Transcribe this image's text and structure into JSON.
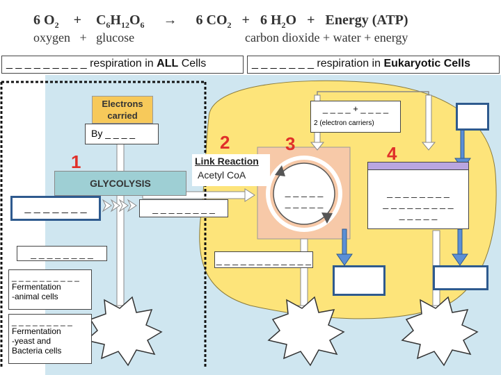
{
  "equation": {
    "formula_left": "6 O",
    "formula_left_sub": "2",
    "plus1": "+",
    "glucose": "C",
    "glucose_sub1": "6",
    "glucose_h": "H",
    "glucose_sub2": "12",
    "glucose_o": "O",
    "glucose_sub3": "6",
    "arrow": "→",
    "co2": "6 CO",
    "co2_sub": "2",
    "plus2": "+",
    "h2o": "6 H",
    "h2o_sub": "2",
    "h2o_o": "O",
    "plus3": "+",
    "energy": "Energy (ATP)",
    "words_left": "oxygen   +   glucose",
    "words_right": "carbon dioxide + water + energy"
  },
  "headers": {
    "all_cells": "_ _ _ _ _ _ _ _ _ respiration in",
    "all_cells_bold": "ALL",
    "all_cells_tail": "Cells",
    "eukaryotic": "_ _ _ _ _ _ _ respiration in",
    "eukaryotic_bold": "Eukaryotic Cells"
  },
  "left_panel": {
    "electrons_carried": "Electrons carried",
    "by_blank": "By _ _ _ _",
    "number_1": "1",
    "glycolysis": "GLYCOLYSIS",
    "glucose_blank": "_ _ _ _ _ _ _",
    "product_blank": "_ _ _ _ _ _ _ _",
    "anaerobic_blank": "_ _ _ _ _ _ _ _",
    "fermentation_animal": "_ _ _ _ _ _  _ _ _ _\nFermentation\n-animal cells",
    "fermentation_yeast": "_ _ _ _ _ _ _ _ _\nFermentation\n-yeast and\nBacteria cells"
  },
  "right_panel": {
    "number_2": "2",
    "link_reaction": "Link Reaction",
    "acetyl_coa": "Acetyl CoA",
    "number_3": "3",
    "number_4": "4",
    "carriers_blank": "_ _ _ _ + _ _ _ _",
    "carriers_caption": "2 (electron carriers)",
    "krebs_blank_1": "_ _ _ _ _",
    "krebs_blank_2": "_ _ _ _ _",
    "etc_blank_1": "_ _ _ _ _ _ _ _",
    "etc_blank_2": "_ _ _ _ _ _ _ _ _",
    "etc_blank_3": "_ _ _ _ _",
    "co2_blank": "_ _ _ _ _ _ _ _ _ _ _ _"
  },
  "colors": {
    "cytoplasm": "#cfe6f0",
    "mitochondrion": "#fde47a",
    "matrix_box": "#f7c9a8",
    "glycolysis_box": "#9ecfd4",
    "electrons_box": "#f7c95a",
    "etc_bar": "#b9a6e0",
    "blue_border": "#2e5a8e",
    "red_number": "#e0302a"
  }
}
